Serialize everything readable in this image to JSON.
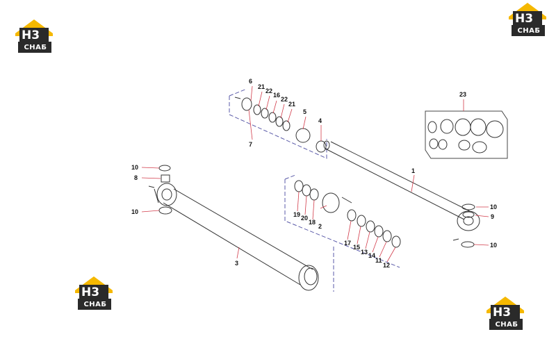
{
  "logo": {
    "mark": "H3",
    "word": "СНАБ",
    "accent": "#f5b800",
    "dark": "#2a2a2a"
  },
  "callouts": {
    "c6": "6",
    "c21a": "21",
    "c22a": "22",
    "c16": "16",
    "c22b": "22",
    "c21b": "21",
    "c5": "5",
    "c4": "4",
    "c7": "7",
    "c23": "23",
    "c1": "1",
    "c10a": "10",
    "c8": "8",
    "c10b": "10",
    "c19": "19",
    "c20": "20",
    "c18": "18",
    "c2": "2",
    "c17": "17",
    "c15": "15",
    "c13": "13",
    "c14": "14",
    "c11": "11",
    "c12": "12",
    "c10c": "10",
    "c9": "9",
    "c10d": "10",
    "c3": "3"
  },
  "colors": {
    "line": "#333333",
    "leader": "#d23b4a",
    "dash": "#5a5aa8"
  }
}
